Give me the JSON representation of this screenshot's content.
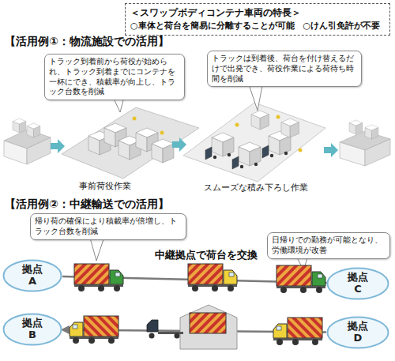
{
  "diagram": {
    "nodes": [
      {
        "text": [
          "＜スワップボディコンテナ車両の特長＞",
          "○車体と荷台を簡易に分離することが可能　○けん引免許が不要"
        ]
      },
      {
        "text": [
          "トラック到着前から荷役が始められ、トラック到着までにコンテナを一杯にでき、積載率が向上し、トラック台数を削減"
        ]
      },
      {
        "text": [
          "トラックは到着後、荷台を付け替えるだけで出発でき、荷役作業による荷待ち時間を削減"
        ]
      },
      {
        "text": [
          "帰り荷の確保により積載率が倍増し、トラック台数を削減"
        ]
      },
      {
        "text": [
          "日帰りでの勤務が可能となり、労働環境が改善"
        ]
      },
      {
        "text": [
          "拠点 A"
        ]
      },
      {
        "text": [
          "拠点 C"
        ]
      },
      {
        "text": [
          "拠点 B"
        ]
      },
      {
        "text": [
          "拠点 D"
        ]
      }
    ],
    "edges": [
      {
        "from": 5,
        "to": 6,
        "arrow": "to"
      },
      {
        "from": 8,
        "to": 7,
        "arrow": "to"
      }
    ],
    "labels": [
      "【活用例①：物流施設での活用】",
      "事前荷役作業",
      "スムーズな積み下ろし作業",
      "【活用例②：中継輸送での活用】",
      "中継拠点で荷台を交換"
    ]
  }
}
